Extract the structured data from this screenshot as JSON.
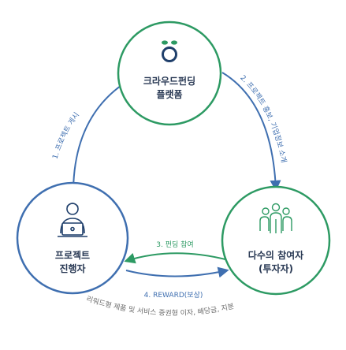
{
  "colors": {
    "blue": "#3f6fb0",
    "green": "#2d9a63",
    "dark_text": "#2a3a55",
    "gray_text": "#6b6b6b"
  },
  "nodes": {
    "platform": {
      "line1": "크라우드펀딩",
      "line2": "플랫폼",
      "icon": "logo-icon"
    },
    "creator": {
      "line1": "프로젝트",
      "line2": "진행자",
      "icon": "person-laptop-icon"
    },
    "investors": {
      "line1": "다수의 참여자",
      "line2": "(투자자)",
      "icon": "group-people-icon"
    }
  },
  "edges": {
    "e1": "1. 프로젝트 게시",
    "e2": "2. 프로젝트 홍보, 기업정보 소개",
    "e3": "3. 펀딩 참여",
    "e4": "4. REWARD(보상)",
    "e4_detail": "리워드형 제품 및 서비스 증권형 이자, 배당금, 지분"
  }
}
